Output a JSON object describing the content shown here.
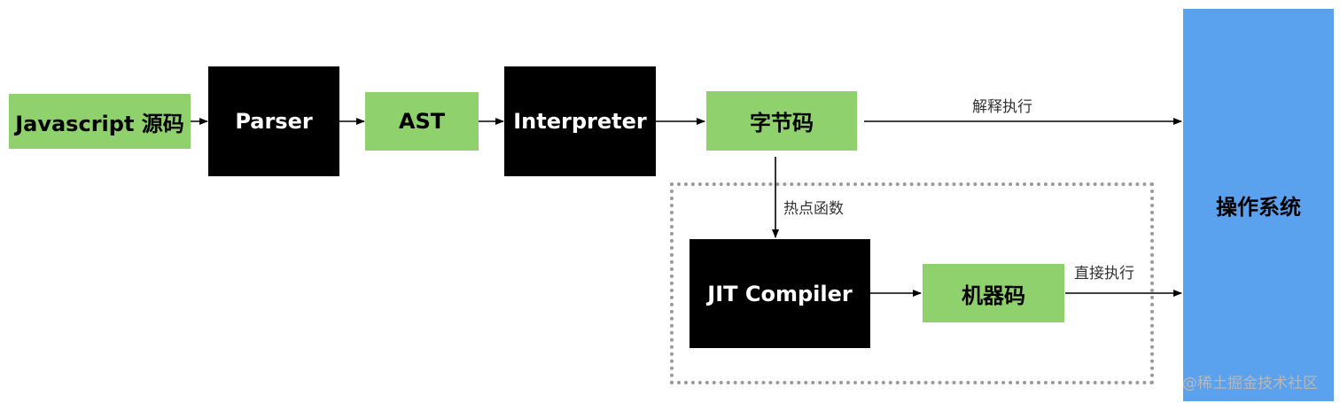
{
  "nodes": {
    "javascript_source": "Javascript 源码",
    "parser": "Parser",
    "ast": "AST",
    "interpreter": "Interpreter",
    "bytecode": "字节码",
    "jit_compiler": "JIT Compiler",
    "machine_code": "机器码",
    "operating_system": "操作系统"
  },
  "edges": {
    "interpret_execute": "解释执行",
    "hot_function": "热点函数",
    "direct_execute": "直接执行"
  },
  "watermark": "@稀土掘金技术社区",
  "colors": {
    "green": "#8fd16d",
    "black": "#000000",
    "blue": "#5ba2ee",
    "dashed_border": "#9a9a9a",
    "arrow": "#000000"
  }
}
